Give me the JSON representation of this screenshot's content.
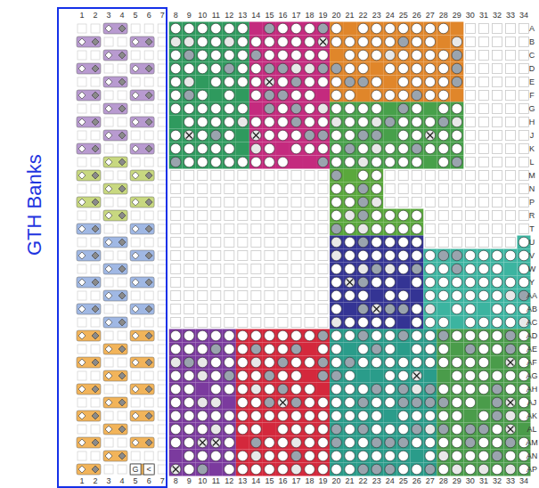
{
  "diagram": {
    "nodes": [
      {
        "text": [
          "GTH Banks"
        ]
      }
    ],
    "labels": [
      "1",
      "2",
      "3",
      "4",
      "5",
      "6",
      "7",
      "8",
      "9",
      "10",
      "11",
      "12",
      "13",
      "14",
      "15",
      "16",
      "17",
      "18",
      "19",
      "20",
      "21",
      "22",
      "23",
      "24",
      "25",
      "26",
      "27",
      "28",
      "29",
      "30",
      "31",
      "32",
      "33",
      "34",
      "A",
      "B",
      "C",
      "D",
      "E",
      "F",
      "G",
      "H",
      "J",
      "K",
      "L",
      "M",
      "N",
      "P",
      "R",
      "T",
      "U",
      "V",
      "W",
      "Y",
      "AA",
      "AB",
      "AC",
      "AD",
      "AE",
      "AF",
      "AG",
      "AH",
      "AJ",
      "AK",
      "AL",
      "AM",
      "AN",
      "AP",
      "1",
      "2",
      "3",
      "4",
      "5",
      "6",
      "7",
      "8",
      "9",
      "10",
      "11",
      "12",
      "13",
      "14",
      "15",
      "16",
      "17",
      "18",
      "19",
      "20",
      "21",
      "22",
      "23",
      "24",
      "25",
      "26",
      "27",
      "28",
      "29",
      "30",
      "31",
      "32",
      "33",
      "34",
      "G",
      "<"
    ]
  }
}
